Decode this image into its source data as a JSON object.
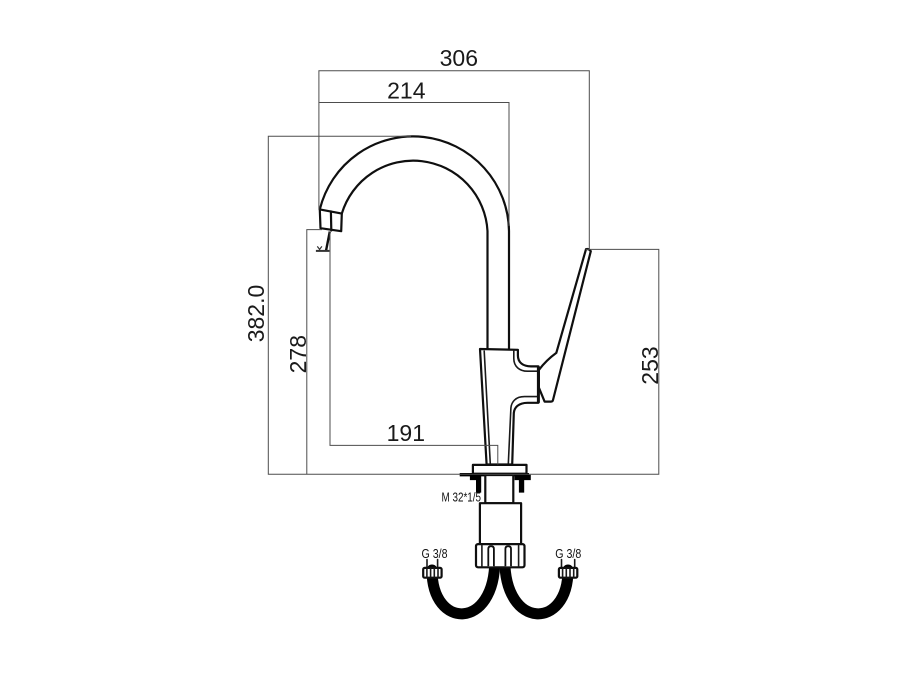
{
  "diagram": {
    "type": "technical-dimension-drawing",
    "subject": "kitchen sink faucet side view with flexible supply hoses",
    "background_color": "#ffffff",
    "outline_color": "#0f0f0f",
    "dimension_line_color": "#4d4d4d",
    "hose_color": "#000000",
    "dimensions": {
      "overall_length": "306",
      "spout_reach": "214",
      "overall_height": "382.0",
      "outlet_height": "278",
      "handle_height": "253",
      "outlet_to_axis": "191"
    },
    "labels": {
      "mount_thread": "M 32*1/5",
      "left_hose_thread": "G 3/8",
      "right_hose_thread": "G 3/8"
    }
  }
}
